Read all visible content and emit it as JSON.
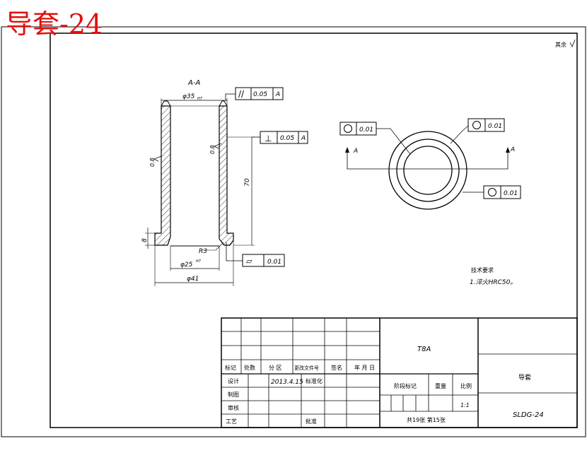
{
  "page_title": "导套-24",
  "corner_mark": "其余",
  "section_label": "A-A",
  "dimensions": {
    "top_diameter": "φ35",
    "top_tolerance": "H7",
    "bottom_diameter": "φ25",
    "bottom_tolerance": "H7",
    "outer_diameter": "φ41",
    "height": "70",
    "flange_height": "8",
    "radius": "R3",
    "roughness_left": "0.8",
    "roughness_right": "0.8"
  },
  "tolerance_frames": {
    "parallelism": {
      "symbol": "//",
      "value": "0.05",
      "datum": "A"
    },
    "perpendicularity": {
      "symbol": "⊥",
      "value": "0.05",
      "datum": "A"
    },
    "flatness": {
      "symbol": "▱",
      "value": "0.01"
    },
    "circularity_left": {
      "symbol": "○",
      "value": "0.01"
    },
    "circularity_top": {
      "symbol": "○",
      "value": "0.01"
    },
    "circularity_right": {
      "symbol": "○",
      "value": "0.01"
    }
  },
  "datum_labels": {
    "left": "A",
    "right": "A"
  },
  "tech_requirements": {
    "heading": "技术要求",
    "item1": "1.淬火HRC50。"
  },
  "title_block": {
    "material": "T8A",
    "part_name": "导套",
    "drawing_no": "SLDG-24",
    "scale": "1:1",
    "sheet_info": "共19张  第15张",
    "headers": {
      "mark": "标记",
      "count": "处数",
      "zone": "分 区",
      "doc_no": "更改文件号",
      "signature": "签名",
      "date": "年 月 日",
      "stage_mark": "阶段标记",
      "weight": "重量",
      "ratio": "比例"
    },
    "rows": {
      "design": "设计",
      "design_date": "2013.4.15",
      "standardize": "标准化",
      "draft": "制图",
      "review": "审核",
      "process": "工艺",
      "approve": "批准"
    }
  }
}
